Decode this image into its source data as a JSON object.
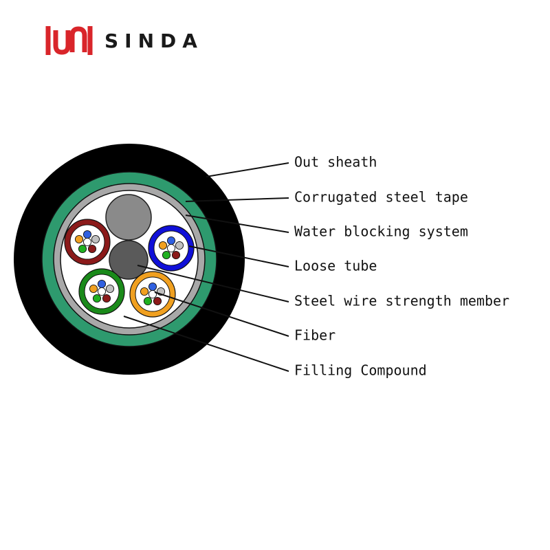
{
  "brand": {
    "name": "SINDA",
    "accent": "#d9252a"
  },
  "labels": [
    "Out sheath",
    "Corrugated steel tape",
    "Water blocking system",
    "Loose tube",
    "Steel wire strength member",
    "Fiber",
    "Filling Compound"
  ],
  "colors": {
    "outer_sheath": "#000000",
    "steel_tape": "#2e9a6e",
    "water_blocking": "#a8a8a8",
    "filler_rod": "#8a8a8a",
    "strength_member": "#5a5a5a",
    "tube_red": "#8b1a1a",
    "tube_blue": "#1010d8",
    "tube_green": "#1a8a1a",
    "tube_orange": "#f0a020"
  }
}
